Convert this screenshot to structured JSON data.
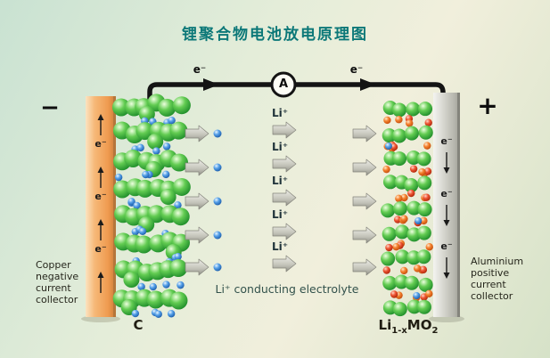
{
  "title": "锂聚合物电池放电原理图",
  "circuit": {
    "ammeter_label": "A",
    "electron_flow_left": "e⁻",
    "electron_flow_right": "e⁻"
  },
  "left_side": {
    "polarity": "−",
    "collector_lines": [
      "Copper",
      "negative",
      "current",
      "collector"
    ],
    "collector_electrons": [
      "e⁻",
      "e⁻",
      "e⁻"
    ],
    "electrode_label": "C"
  },
  "right_side": {
    "polarity": "+",
    "collector_lines": [
      "Aluminium",
      "positive",
      "current",
      "collector"
    ],
    "collector_electrons": [
      "e⁻",
      "e⁻",
      "e⁻"
    ],
    "electrode_label": {
      "base1": "Li",
      "sub1": "1-x",
      "base2": "MO",
      "sub2": "2"
    }
  },
  "electrolyte": {
    "ion_labels": [
      "Li⁺",
      "Li⁺",
      "Li⁺",
      "Li⁺",
      "Li⁺"
    ],
    "caption": "Li⁺ conducting electrolyte"
  },
  "colors": {
    "title_teal": "#0c7878",
    "copper_collector": "#f2a95f",
    "aluminium_collector": "#c9c9c0",
    "graphite_sphere_green": "#2e9e35",
    "lithium_ion_blue": "#2f7fd0",
    "metal_oxide_orange": "#e8652a",
    "wire_black": "#141414"
  }
}
